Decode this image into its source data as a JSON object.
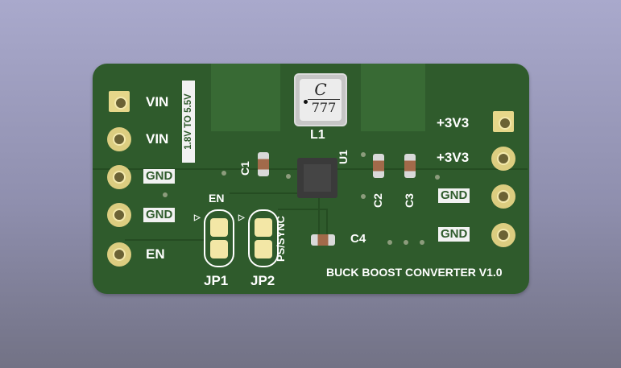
{
  "left_header": {
    "pins": [
      "VIN",
      "VIN",
      "GND",
      "GND",
      "EN"
    ],
    "vertical_label": "1.8V TO 5.5V"
  },
  "right_header": {
    "pins": [
      "+3V3",
      "+3V3",
      "GND",
      "GND"
    ]
  },
  "inductor": {
    "marking_top": "C",
    "marking_bottom": "777",
    "ref": "L1"
  },
  "ic": {
    "ref": "U1"
  },
  "capacitors": [
    "C1",
    "C2",
    "C3",
    "C4"
  ],
  "jumpers": [
    {
      "ref": "JP1",
      "label": "EN"
    },
    {
      "ref": "JP2",
      "label": "PS/SYNC"
    }
  ],
  "board_title": "BUCK BOOST CONVERTER V1.0",
  "colors": {
    "pcb_green": "#2f5b2c",
    "silkscreen": "#ffffff",
    "pad_gold": "#e6d78a",
    "background": "#9b9bbd"
  }
}
